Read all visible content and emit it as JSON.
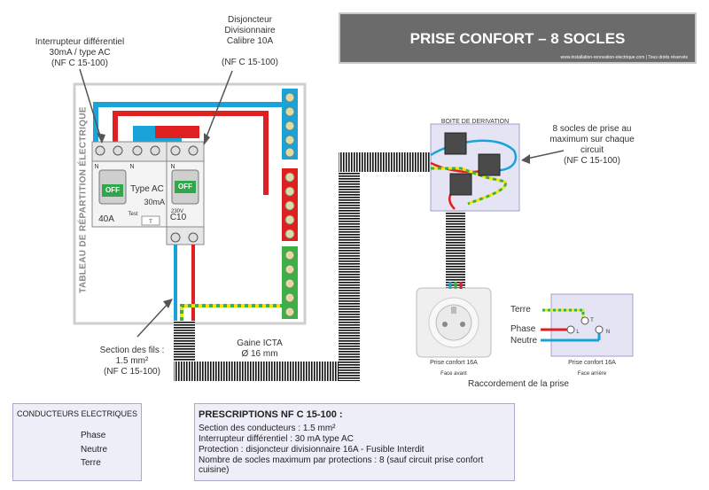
{
  "title": "PRISE CONFORT – 8 SOCLES",
  "site": "www.installation-renovation-electrique.com | Tous droits réservés",
  "panel_label": "TABLEAU DE RÉPARTITION ÉLECTRIQUE",
  "annotations": {
    "differentiel": [
      "Interrupteur différentiel",
      "30mA / type AC",
      "(NF C 15-100)"
    ],
    "disjoncteur": [
      "Disjoncteur",
      "Divisionnaire",
      "Calibre 10A",
      "",
      "(NF C 15-100)"
    ],
    "section": [
      "Section des fils :",
      "1.5 mm²",
      "(NF C 15-100)"
    ],
    "gaine": [
      "Gaine ICTA",
      "Ø 16 mm"
    ],
    "socles": [
      "8 socles de prise au",
      "maximum sur chaque",
      "circuit",
      "(NF C 15-100)"
    ],
    "boite": "BOITE DE DERIVATION"
  },
  "breaker_labels": {
    "off": "OFF",
    "type": "Type AC",
    "ma": "30mA",
    "rating": "40A",
    "test": "Test",
    "t_btn": "T",
    "c10": "C10",
    "v230": "230V",
    "n": "N"
  },
  "prise": {
    "front_caption": "Prise confort 16A",
    "front_sub": "Face avant",
    "back_caption": "Prise confort 16A",
    "back_sub": "Face arrière",
    "raccordement": "Raccordement  de la prise",
    "terre": "Terre",
    "phase": "Phase",
    "neutre": "Neutre",
    "t": "T",
    "l": "L",
    "n": "N"
  },
  "legend": {
    "title": "CONDUCTEURS ELECTRIQUES",
    "items": [
      {
        "label": "Phase",
        "color": "#e02020"
      },
      {
        "label": "Neutre",
        "color": "#1aa3d8"
      },
      {
        "label": "Terre",
        "color": "#f2e600"
      }
    ],
    "terre_stripe": "#3cb043"
  },
  "prescriptions": {
    "title": "PRESCRIPTIONS NF C 15-100 :",
    "lines": [
      "Section des conducteurs : 1.5 mm²",
      "Interrupteur différentiel : 30 mA type AC",
      "Protection : disjoncteur divisionnaire 16A - Fusible Interdit",
      "Nombre de socles maximum par protections : 8 (sauf circuit prise confort cuisine)"
    ]
  },
  "colors": {
    "phase": "#e02020",
    "neutre": "#1aa3d8",
    "terre_yellow": "#f2e600",
    "terre_green": "#3cb043",
    "title_bg": "#6b6b6b"
  }
}
